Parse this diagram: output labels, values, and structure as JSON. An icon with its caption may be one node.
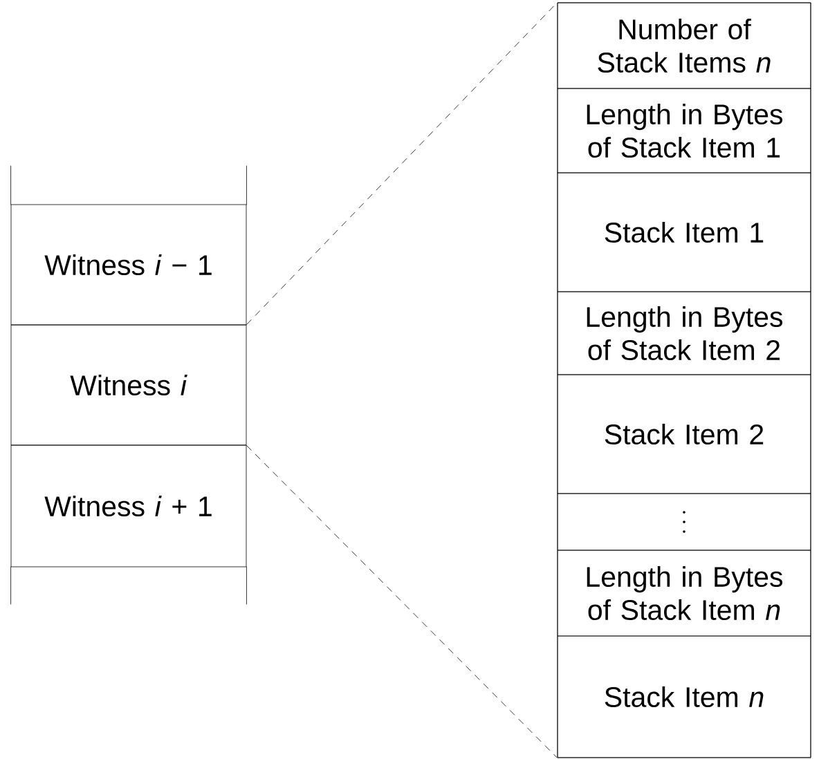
{
  "diagram": {
    "nodes": [
      {
        "text": [],
        "shape": "box"
      },
      {
        "text": [
          "Witness *i* − 1"
        ]
      },
      {
        "text": [
          "Witness *i*"
        ]
      },
      {
        "text": [
          "Witness *i* + 1"
        ]
      },
      {
        "text": [],
        "shape": "box"
      },
      {
        "text": [],
        "shape": "box"
      },
      {
        "text": [
          "Number of Stack Items *n*"
        ],
        "in": 5
      },
      {
        "text": [
          "Length in Bytes of Stack Item 1"
        ],
        "in": 5
      },
      {
        "text": [
          "Stack Item 1"
        ],
        "in": 5
      },
      {
        "text": [
          "Length in Bytes of Stack Item 2"
        ],
        "in": 5
      },
      {
        "text": [
          "Stack Item 2"
        ],
        "in": 5
      },
      {
        "text": [],
        "shape": "box",
        "in": 5
      },
      {
        "text": [
          "Length in Bytes of Stack Item *n*"
        ],
        "in": 5
      },
      {
        "text": [
          "Stack Item *n*"
        ],
        "in": 5
      }
    ],
    "edges": [
      {
        "from": 2,
        "to": 5,
        "arrow": "none",
        "style": "dashed"
      },
      {
        "from": 2,
        "to": 5,
        "arrow": "none",
        "style": "dashed"
      }
    ]
  }
}
